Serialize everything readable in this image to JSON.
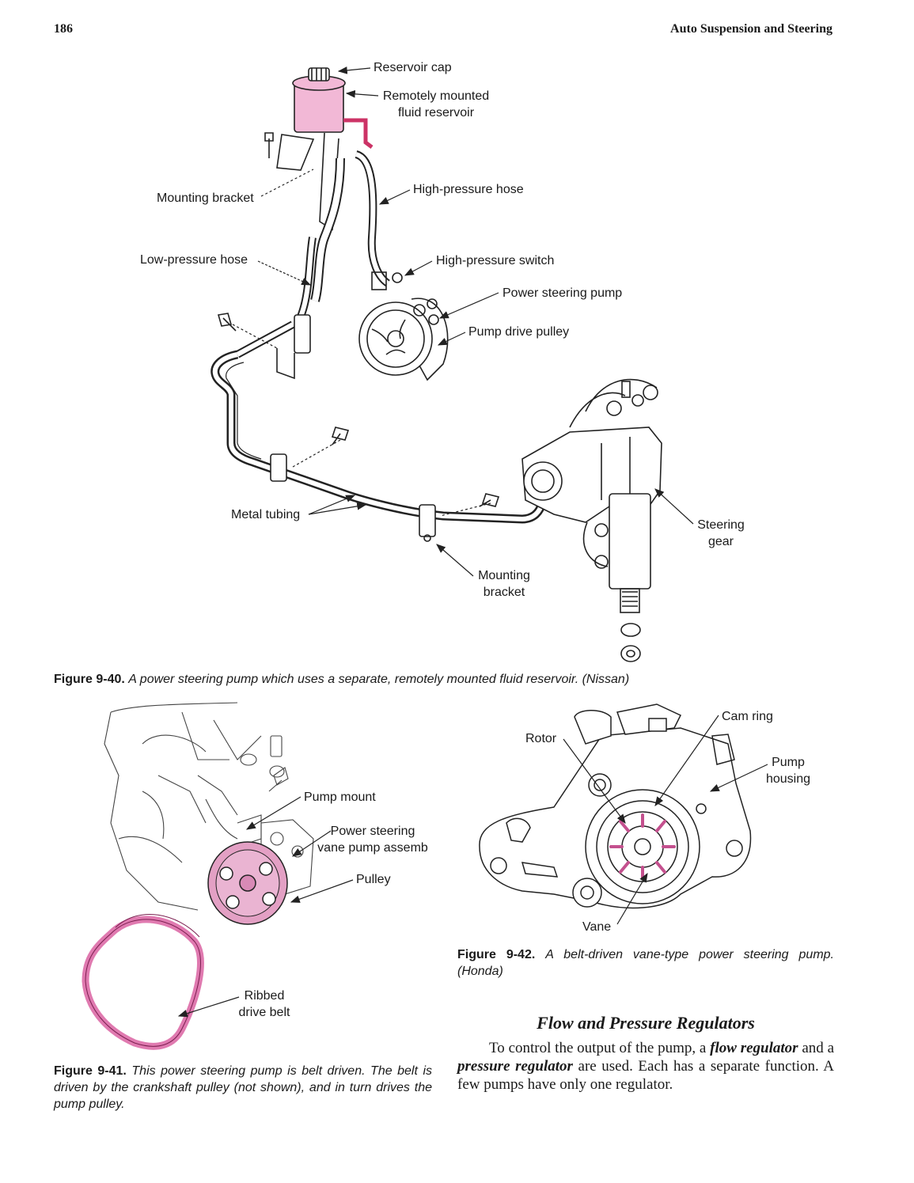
{
  "header": {
    "page_number": "186",
    "book_title": "Auto Suspension and Steering"
  },
  "figure_9_40": {
    "labels": {
      "reservoir_cap": "Reservoir cap",
      "remote_reservoir_line1": "Remotely mounted",
      "remote_reservoir_line2": "fluid reservoir",
      "mounting_bracket_top": "Mounting bracket",
      "high_pressure_hose": "High-pressure hose",
      "low_pressure_hose": "Low-pressure hose",
      "high_pressure_switch": "High-pressure switch",
      "power_steering_pump": "Power steering pump",
      "pump_drive_pulley": "Pump drive pulley",
      "metal_tubing": "Metal tubing",
      "steering_gear_line1": "Steering",
      "steering_gear_line2": "gear",
      "mounting_bracket_bottom_line1": "Mounting",
      "mounting_bracket_bottom_line2": "bracket"
    },
    "caption_number": "Figure 9-40.",
    "caption_text": "A power steering pump which uses a separate, remotely mounted fluid reservoir. (Nissan)"
  },
  "figure_9_41": {
    "labels": {
      "pump_mount": "Pump mount",
      "vane_pump_line1": "Power steering",
      "vane_pump_line2": "vane pump assemb",
      "pulley": "Pulley",
      "ribbed_belt_line1": "Ribbed",
      "ribbed_belt_line2": "drive belt"
    },
    "caption_number": "Figure 9-41.",
    "caption_text": "This power steering pump is belt driven. The belt is driven by the crankshaft pulley (not shown), and in turn drives the pump pulley."
  },
  "figure_9_42": {
    "labels": {
      "cam_ring": "Cam ring",
      "rotor": "Rotor",
      "pump_housing_line1": "Pump",
      "pump_housing_line2": "housing",
      "vane": "Vane"
    },
    "caption_number": "Figure 9-42.",
    "caption_text": "A belt-driven vane-type power steering pump. (Honda)"
  },
  "section": {
    "heading": "Flow and Pressure Regulators",
    "para_part1": "To control the output of the pump, a ",
    "kw_flow": "flow regulator",
    "para_part2": " and a ",
    "kw_pressure": "pressure regulator",
    "para_part3": " are used. Each has a separate function. A few pumps have only one regulator."
  },
  "colors": {
    "highlight_pink": "#f2b8d6",
    "belt_pink": "#e07ab0",
    "line_art": "#222222"
  }
}
